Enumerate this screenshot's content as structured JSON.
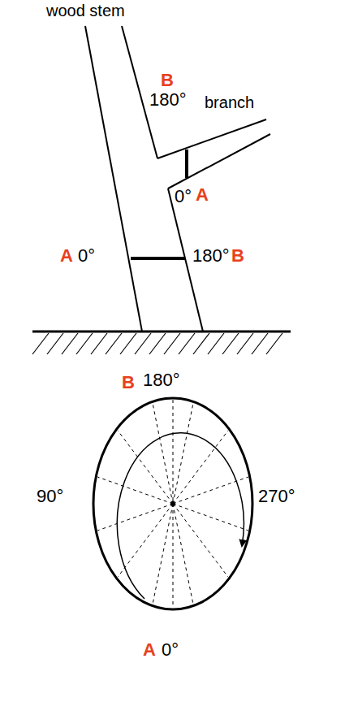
{
  "diagram": {
    "labels": [
      "wood stem",
      "B",
      "180°",
      "branch",
      "0°",
      "A",
      "A",
      "0°",
      "180°",
      "B",
      "B",
      "180°",
      "90°",
      "270°",
      "A",
      "0°"
    ]
  }
}
